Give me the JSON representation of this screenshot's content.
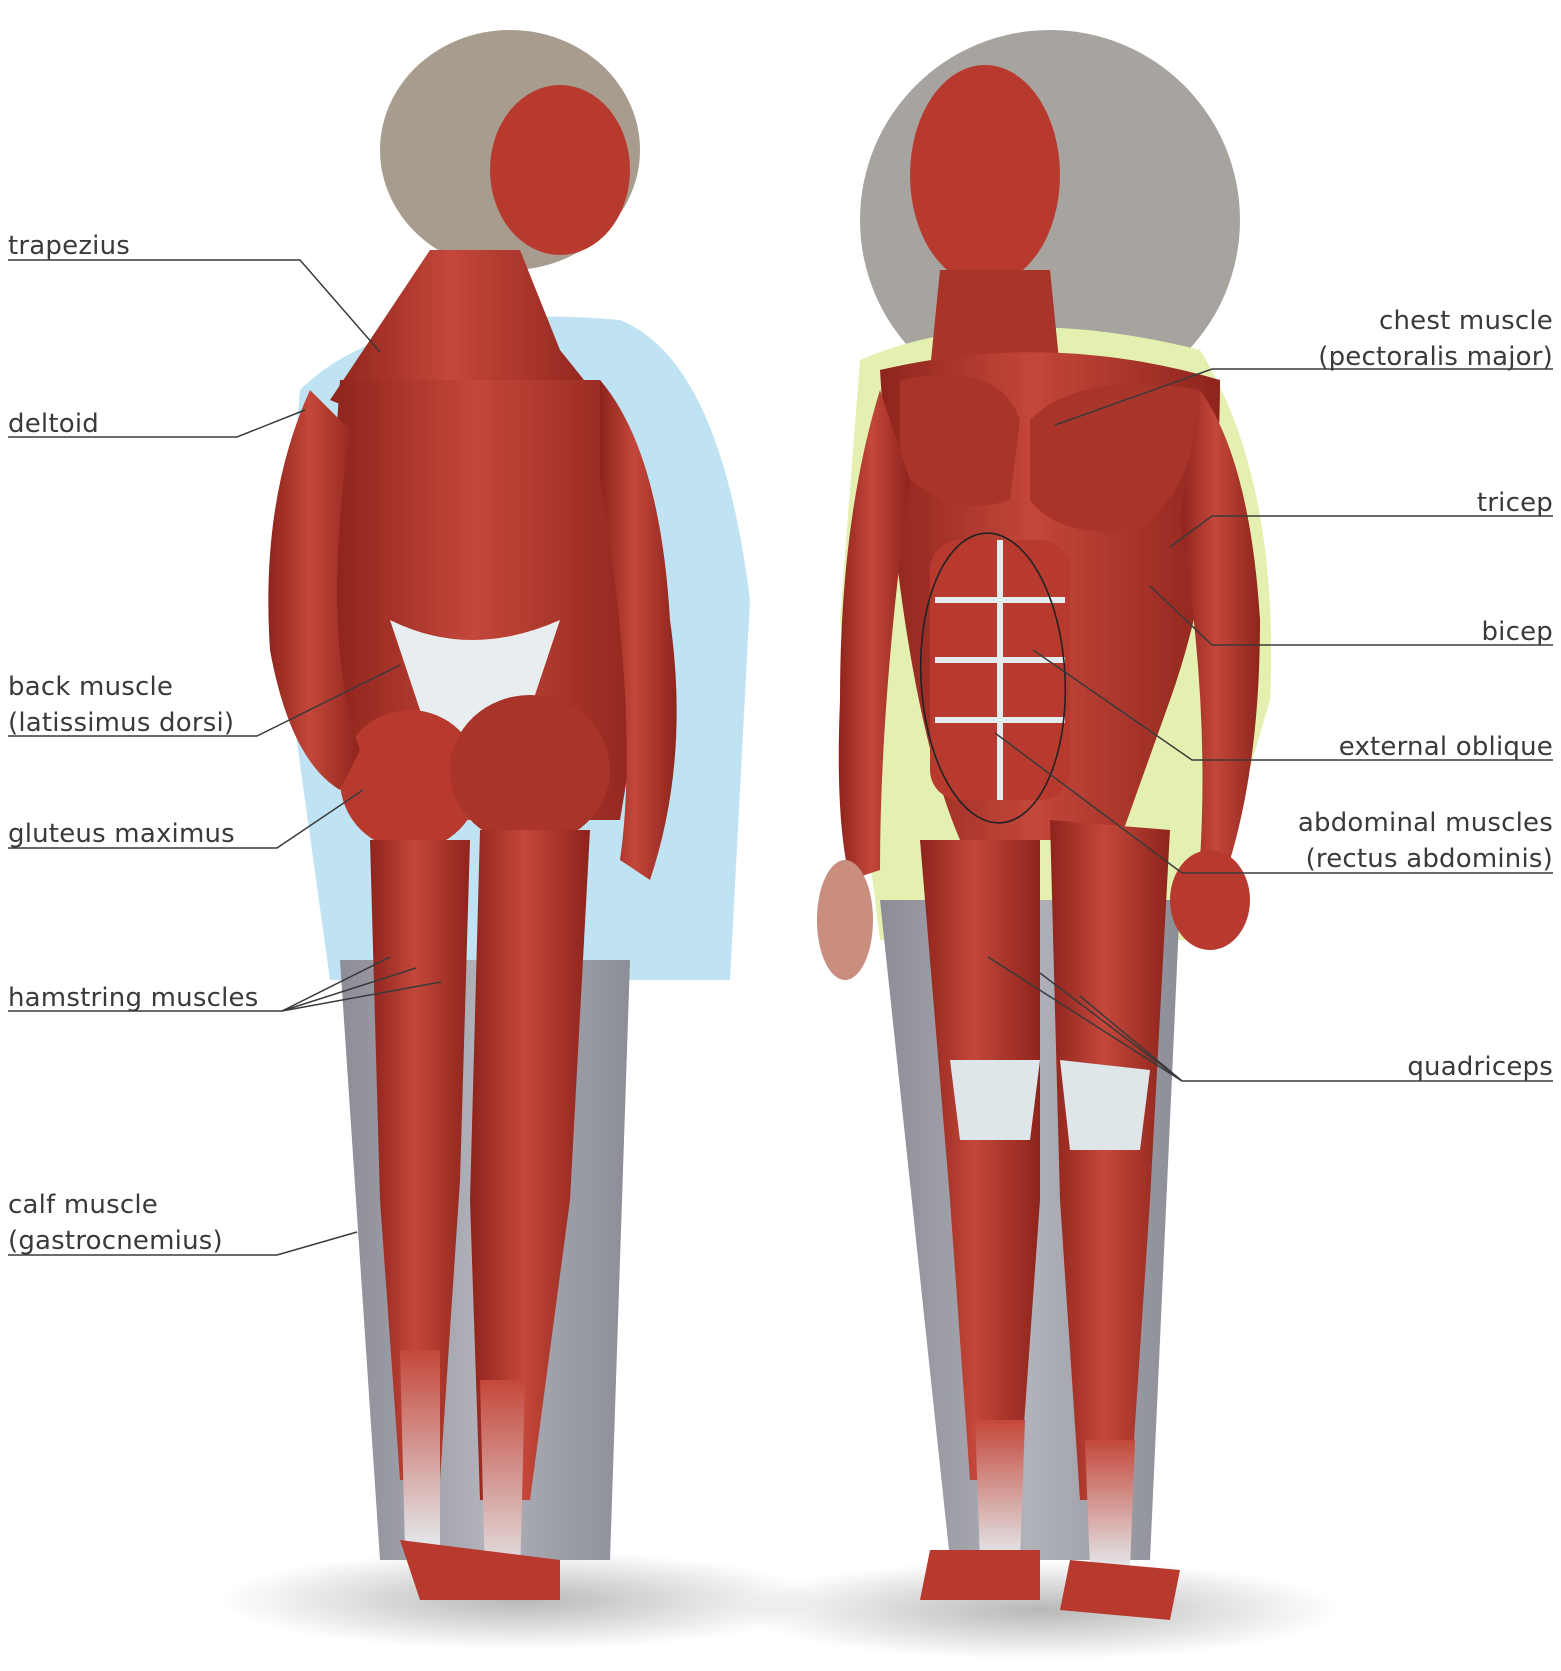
{
  "diagram": {
    "colors": {
      "muscle": "#b83a2e",
      "muscle_dark": "#8e241c",
      "tendon": "#dfe6ea",
      "back_shirt": "#bfe3f2",
      "front_shirt": "#e3f0b0",
      "pants": "#9a9ba3",
      "hair_back": "#a79c8e",
      "hair_front": "#8a8580",
      "leader_line": "#3a3a3a",
      "label_text": "#3a3a3a"
    },
    "labels_left": {
      "trapezius": {
        "lines": [
          "trapezius"
        ]
      },
      "deltoid": {
        "lines": [
          "deltoid"
        ]
      },
      "back_muscle": {
        "lines": [
          "back muscle",
          "(latissimus dorsi)"
        ]
      },
      "gluteus_maximus": {
        "lines": [
          "gluteus maximus"
        ]
      },
      "hamstring": {
        "lines": [
          "hamstring muscles"
        ]
      },
      "calf": {
        "lines": [
          "calf muscle",
          "(gastrocnemius)"
        ]
      }
    },
    "labels_right": {
      "chest": {
        "lines": [
          "chest muscle",
          "(pectoralis major)"
        ]
      },
      "tricep": {
        "lines": [
          "tricep"
        ]
      },
      "bicep": {
        "lines": [
          "bicep"
        ]
      },
      "external_oblique": {
        "lines": [
          "external oblique"
        ]
      },
      "abdominal": {
        "lines": [
          "abdominal muscles",
          "(rectus abdominis)"
        ]
      },
      "quadriceps": {
        "lines": [
          "quadriceps"
        ]
      }
    }
  }
}
